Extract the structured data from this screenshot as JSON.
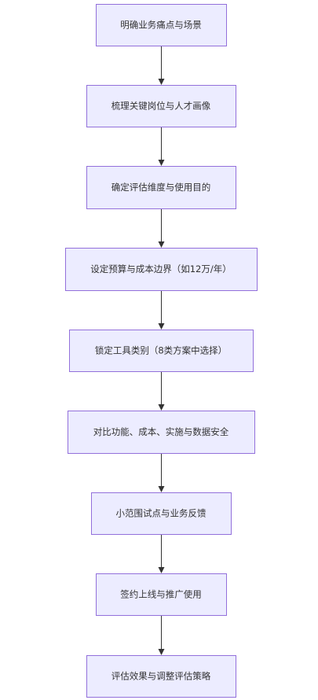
{
  "diagram": {
    "type": "flowchart",
    "direction": "top-to-bottom",
    "colors": {
      "node_fill": "#ececff",
      "node_border": "#9370db",
      "edge": "#333333",
      "text": "#333333"
    },
    "nodes": [
      {
        "id": "n1",
        "label": "明确业务痛点与场景"
      },
      {
        "id": "n2",
        "label": "梳理关键岗位与人才画像"
      },
      {
        "id": "n3",
        "label": "确定评估维度与使用目的"
      },
      {
        "id": "n4",
        "label": "设定预算与成本边界（如12万/年）"
      },
      {
        "id": "n5",
        "label": "锁定工具类别（8类方案中选择）"
      },
      {
        "id": "n6",
        "label": "对比功能、成本、实施与数据安全"
      },
      {
        "id": "n7",
        "label": "小范围试点与业务反馈"
      },
      {
        "id": "n8",
        "label": "签约上线与推广使用"
      },
      {
        "id": "n9",
        "label": "评估效果与调整评估策略"
      }
    ],
    "edges": [
      {
        "from": "n1",
        "to": "n2"
      },
      {
        "from": "n2",
        "to": "n3"
      },
      {
        "from": "n3",
        "to": "n4"
      },
      {
        "from": "n4",
        "to": "n5"
      },
      {
        "from": "n5",
        "to": "n6"
      },
      {
        "from": "n6",
        "to": "n7"
      },
      {
        "from": "n7",
        "to": "n8"
      },
      {
        "from": "n8",
        "to": "n9"
      }
    ]
  }
}
